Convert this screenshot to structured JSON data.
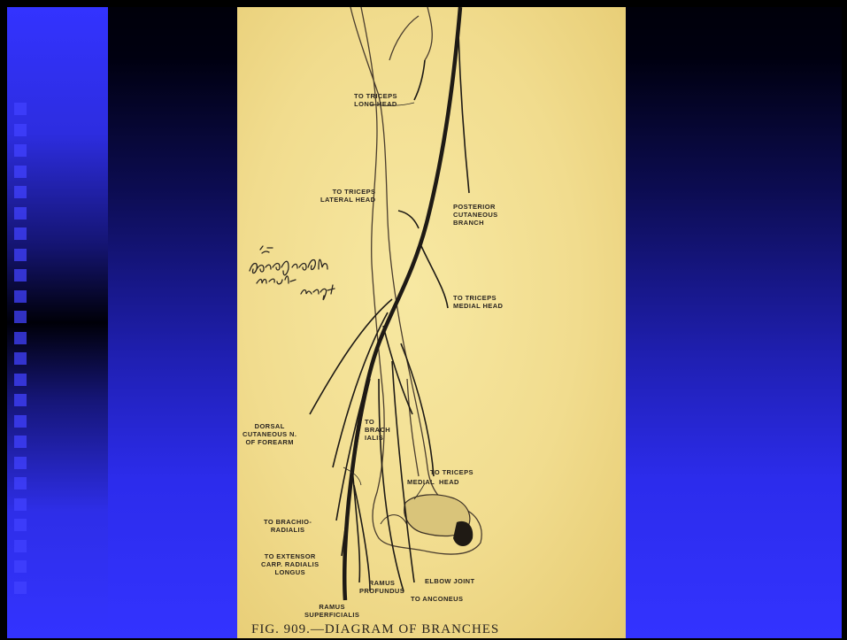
{
  "figure": {
    "labels": {
      "triceps_long": "TO TRICEPS\nLONG HEAD",
      "triceps_lateral": "TO TRICEPS\nLATERAL HEAD",
      "posterior_cutaneous": "POSTERIOR\nCUTANEOUS\nBRANCH",
      "triceps_medial_upper": "TO TRICEPS\nMEDIAL HEAD",
      "dorsal_cutaneous": "DORSAL\nCUTANEOUS N.\nOF FOREARM",
      "brachialis": "TO\nBRACH\nIALIS",
      "triceps_medial_lower_to": "TO TRICEPS",
      "triceps_medial_lower_label": "MEDIAL  HEAD",
      "brachioradialis": "TO BRACHIO-\nRADIALIS",
      "extensor": "TO EXTENSOR\nCARP. RADIALIS\nLONGUS",
      "ramus_profundus": "RAMUS\nPROFUNDUS",
      "elbow_joint": "ELBOW JOINT",
      "ramus_superficialis": "RAMUS\nSUPERFICIALIS",
      "anconeus": "TO ANCONEUS"
    },
    "handwritten_note": "1st paragraph must verify",
    "caption": "FIG. 909.—DIAGRAM OF BRANCHES"
  },
  "colors": {
    "slide_blue": "#3333ff",
    "paper": "#f3e09a",
    "ink": "#2a2520"
  }
}
